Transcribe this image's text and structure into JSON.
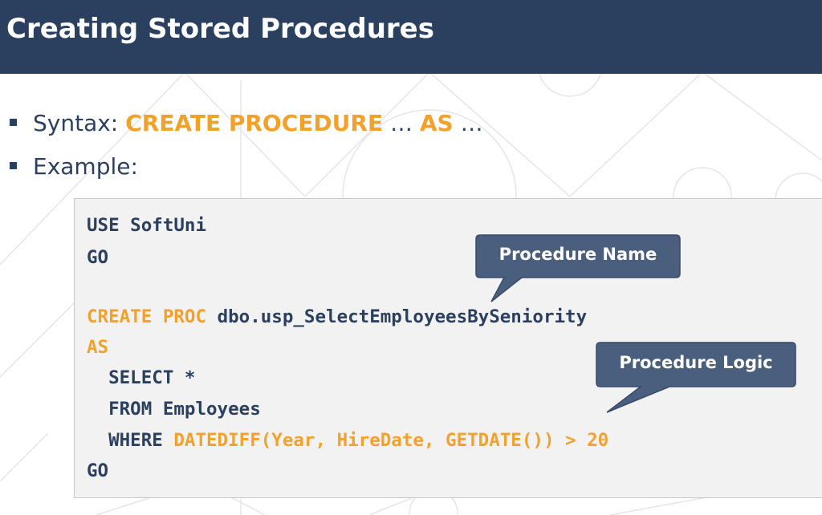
{
  "title": "Creating Stored Procedures",
  "bullets": {
    "syntax_label": "Syntax: ",
    "syntax_kw1": "CREATE PROCEDURE",
    "syntax_mid": " … ",
    "syntax_kw2": "AS",
    "syntax_end": " …",
    "example_label": "Example:"
  },
  "code": {
    "line1": "USE SoftUni",
    "line2": "GO",
    "line4_kw1": "CREATE",
    "line4_kw2": "PROC",
    "line4_rest": "dbo.usp_SelectEmployeesBySeniority",
    "line5": "AS",
    "line6": "  SELECT *",
    "line7": "  FROM Employees",
    "line8_kw": "  WHERE ",
    "line8_expr": "DATEDIFF(Year, HireDate, GETDATE()) > 20",
    "line9": "GO"
  },
  "callouts": {
    "procedure_name": "Procedure Name",
    "procedure_logic": "Procedure Logic"
  },
  "colors": {
    "navy": "#2b3f5f",
    "orange": "#f2a12b",
    "callout_fill": "#4a5f7e",
    "code_bg": "#f2f2f3"
  }
}
